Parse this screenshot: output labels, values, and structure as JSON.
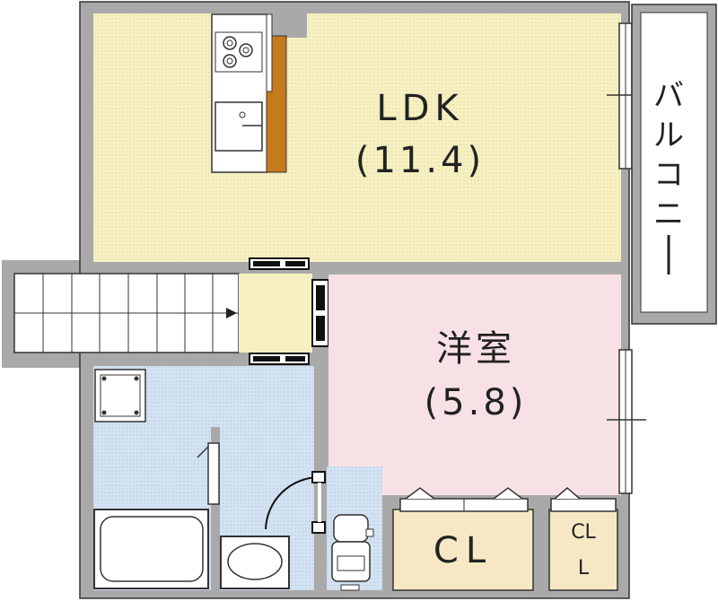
{
  "rooms": {
    "ldk": {
      "name": "LDK",
      "area": "(11.4)"
    },
    "western": {
      "name": "洋室",
      "area": "(5.8)"
    },
    "closet_large": {
      "name": "CL"
    },
    "closet_small": {
      "name": "CL"
    }
  },
  "balcony": {
    "label_chars": [
      "バ",
      "ル",
      "コ",
      "ニ",
      "ー"
    ]
  },
  "colors": {
    "wall": "#a9a9a9",
    "ldk_floor": "#f6f0c2",
    "western_floor": "#f8e1e5",
    "wet_area_floor": "#d4e3f3",
    "closet_floor": "#f7e8c5",
    "kitchen_counter": "#c67a1e",
    "outline": "#1a1a1a"
  }
}
